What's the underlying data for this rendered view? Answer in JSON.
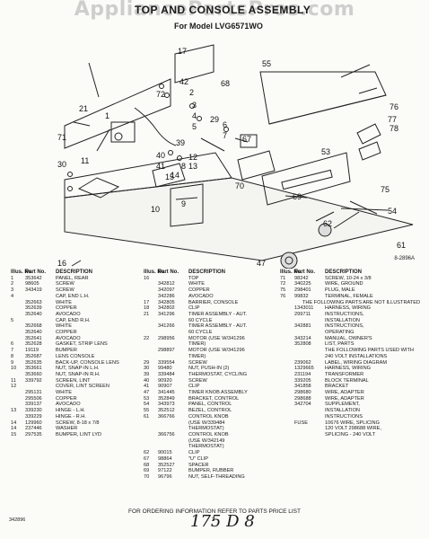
{
  "watermark": "AppliancePartsPros.com",
  "title": "TOP AND CONSOLE ASSEMBLY",
  "model": "For Model LVG6571WO",
  "diagram_code": "8-2896A",
  "callouts": [
    "1",
    "2",
    "3",
    "4",
    "5",
    "6",
    "7",
    "8",
    "9",
    "10",
    "11",
    "12",
    "13",
    "14",
    "15",
    "16",
    "17",
    "21",
    "29",
    "30",
    "39",
    "40",
    "41",
    "42",
    "47",
    "48",
    "53",
    "54",
    "55",
    "61",
    "62",
    "67",
    "68",
    "69",
    "70",
    "71",
    "72",
    "75",
    "76",
    "77",
    "78"
  ],
  "columns": {
    "no_label": "Illus. No.",
    "part_label": "Part No.",
    "desc_label": "DESCRIPTION"
  },
  "col1_rows": [
    [
      "1",
      "353642",
      "PANEL, REAR"
    ],
    [
      "2",
      "98605",
      "SCREW"
    ],
    [
      "3",
      "343419",
      "SCREW"
    ],
    [
      "4",
      "",
      "CAP, END L.H."
    ],
    [
      "",
      "352663",
      "WHITE"
    ],
    [
      "",
      "352639",
      "COPPER"
    ],
    [
      "",
      "352640",
      "AVOCADO"
    ],
    [
      "5",
      "",
      "CAP, END R.H."
    ],
    [
      "",
      "352668",
      "WHITE"
    ],
    [
      "",
      "352640",
      "COPPER"
    ],
    [
      "",
      "352641",
      "AVOCADO"
    ],
    [
      "6",
      "352628",
      "GASKET, STRIP LENS"
    ],
    [
      "7",
      "19119",
      "BUMPER"
    ],
    [
      "8",
      "352687",
      "LENS CONSOLE"
    ],
    [
      "9",
      "352635",
      "BACK-UP, CONSOLE LENS"
    ],
    [
      "10",
      "353661",
      "NUT, SNAP-IN L.H."
    ],
    [
      "",
      "353660",
      "NUT, SNAP-IN R.H."
    ],
    [
      "11",
      "339792",
      "SCREEN, LINT"
    ],
    [
      "12",
      "",
      "COVER, LINT SCREEN"
    ],
    [
      "",
      "295131",
      "WHITE"
    ],
    [
      "",
      "295506",
      "COPPER"
    ],
    [
      "",
      "339137",
      "AVOCADO"
    ],
    [
      "13",
      "339230",
      "HINGE - L.H."
    ],
    [
      "",
      "339229",
      "HINGE - R.H."
    ],
    [
      "14",
      "129960",
      "SCREW, 8-18 x 7/8"
    ],
    [
      "14",
      "237446",
      "WASHER"
    ],
    [
      "15",
      "297535",
      "BUMPER, LINT LYD"
    ]
  ],
  "col2_rows": [
    [
      "16",
      "",
      "TOP"
    ],
    [
      "",
      "342812",
      "WHITE"
    ],
    [
      "",
      "342097",
      "COPPER"
    ],
    [
      "",
      "342286",
      "AVOCADO"
    ],
    [
      "17",
      "342805",
      "BARRIER, CONSOLE"
    ],
    [
      "18",
      "342802",
      "CLIP"
    ],
    [
      "21",
      "341296",
      "TIMER ASSEMBLY - AUT."
    ],
    [
      "",
      "",
      "60 CYCLE"
    ],
    [
      "",
      "341266",
      "TIMER ASSEMBLY - AUT."
    ],
    [
      "",
      "",
      "60 CYCLE"
    ],
    [
      "22",
      "298956",
      "MOTOR (USE W/341296"
    ],
    [
      "",
      "",
      "TIMER)"
    ],
    [
      "",
      "298897",
      "MOTOR (USE W/341296"
    ],
    [
      "",
      "",
      "TIMER)"
    ],
    [
      "29",
      "339554",
      "SCREW"
    ],
    [
      "30",
      "99480",
      "NUT, PUSH-IN (2)"
    ],
    [
      "39",
      "339484",
      "THERMOSTAT, CYCLING"
    ],
    [
      "40",
      "90920",
      "SCREW"
    ],
    [
      "41",
      "90907",
      "CLIP"
    ],
    [
      "47",
      "341445",
      "TIMER KNOB ASSEMBLY"
    ],
    [
      "53",
      "352849",
      "BRACKET, CONTROL"
    ],
    [
      "54",
      "343973",
      "PANEL, CONTROL"
    ],
    [
      "55",
      "352512",
      "BEZEL, CONTROL"
    ],
    [
      "61",
      "366766",
      "CONTROL KNOB"
    ],
    [
      "",
      "",
      "(USE W/339484"
    ],
    [
      "",
      "",
      "THERMOSTAT)"
    ],
    [
      "",
      "366756",
      "CONTROL KNOB"
    ],
    [
      "",
      "",
      "(USE W/342149"
    ],
    [
      "",
      "",
      "THERMOSTAT)"
    ],
    [
      "62",
      "90015",
      "CLIP"
    ],
    [
      "67",
      "98864",
      "\"U\" CLIP"
    ],
    [
      "68",
      "352527",
      "SPACER"
    ],
    [
      "69",
      "97122",
      "BUMPER, RUBBER"
    ],
    [
      "70",
      "96796",
      "NUT, SELF-THREADING"
    ]
  ],
  "col3_rows": [
    [
      "71",
      "98242",
      "SCREW, 10-24 x 3/8"
    ],
    [
      "72",
      "340225",
      "WIRE, GROUND"
    ],
    [
      "75",
      "298401",
      "PLUG, MALE"
    ],
    [
      "76",
      "99832",
      "TERMINAL, FEMALE"
    ],
    [
      "",
      "",
      "THE FOLLOWING PARTS ARE NOT ILLUSTRATED"
    ],
    [
      "",
      "1343011",
      "HARNESS, WIRING"
    ],
    [
      "",
      "299711",
      "INSTRUCTIONS,"
    ],
    [
      "",
      "",
      "INSTALLATION"
    ],
    [
      "",
      "342881",
      "INSTRUCTIONS,"
    ],
    [
      "",
      "",
      "OPERATING"
    ],
    [
      "",
      "343214",
      "MANUAL, OWNER'S"
    ],
    [
      "",
      "352808",
      "LIST, PARTS"
    ],
    [
      "",
      "",
      "THE FOLLOWING PARTS USED WITH"
    ],
    [
      "",
      "",
      "240 VOLT INSTALLATIONS"
    ],
    [
      "",
      "239062",
      "LABEL, WIRING DIAGRAM"
    ],
    [
      "",
      "1329665",
      "HARNESS, WIRING"
    ],
    [
      "",
      "231194",
      "TRANSFORMER"
    ],
    [
      "",
      "339205",
      "BLOCK TERMINAL"
    ],
    [
      "",
      "341858",
      "BRACKET"
    ],
    [
      "",
      "298680",
      "WIRE, ADAPTER"
    ],
    [
      "",
      "298688",
      "WIRE, ADAPTER"
    ],
    [
      "",
      "342704",
      "SUPPLEMENT,"
    ],
    [
      "",
      "",
      "INSTALLATION"
    ],
    [
      "",
      "",
      "INSTRUCTIONS"
    ],
    [
      "",
      "FUSE",
      "10676 WIRE, SPLICING"
    ],
    [
      "",
      "",
      "120 VOLT 298688 WIRE,"
    ],
    [
      "",
      "",
      "SPLICING - 240 VOLT"
    ]
  ],
  "footer": "FOR ORDERING INFORMATION REFER TO PARTS PRICE LIST",
  "doc_number": "342896",
  "page_number": "2",
  "handwritten_note": "175 D 8"
}
